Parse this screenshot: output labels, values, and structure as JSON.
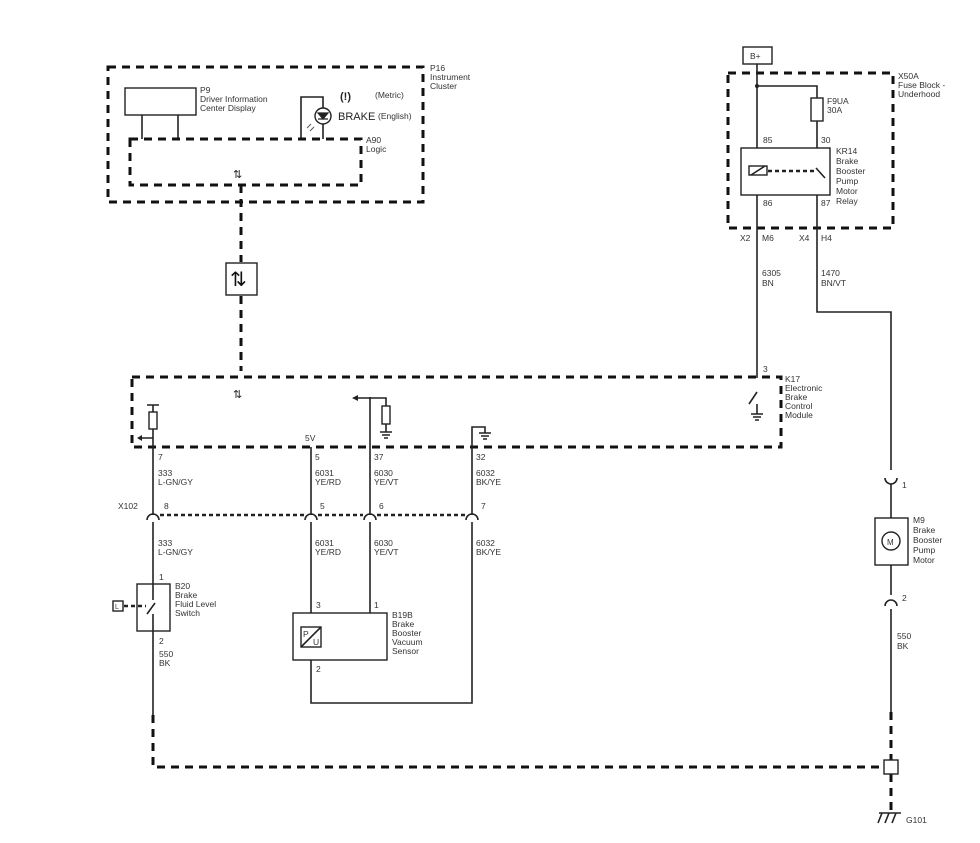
{
  "components": {
    "p16": {
      "id": "P16",
      "name1": "Instrument",
      "name2": "Cluster"
    },
    "p9": {
      "id": "P9",
      "name1": "Driver Information",
      "name2": "Center Display"
    },
    "a90": {
      "id": "A90",
      "name1": "Logic"
    },
    "lamp": {
      "metric_symbol": "(!)",
      "metric": "(Metric)",
      "english_symbol": "BRAKE",
      "english": "(English)"
    },
    "battery": {
      "label": "B+"
    },
    "x50a": {
      "id": "X50A",
      "name1": "Fuse Block -",
      "name2": "Underhood"
    },
    "fuse": {
      "id": "F9UA",
      "rating": "30A"
    },
    "kr14": {
      "id": "KR14",
      "lines": [
        "Brake",
        "Booster",
        "Pump",
        "Motor",
        "Relay"
      ],
      "pin85": "85",
      "pin86": "86",
      "pin30": "30",
      "pin87": "87"
    },
    "k17": {
      "id": "K17",
      "lines": [
        "Electronic",
        "Brake",
        "Control",
        "Module"
      ]
    },
    "b20": {
      "id": "B20",
      "lines": [
        "Brake",
        "Fluid Level",
        "Switch"
      ],
      "pin1": "1",
      "pin2": "2",
      "level_symbol": "L"
    },
    "b19b": {
      "id": "B19B",
      "lines": [
        "Brake",
        "Booster",
        "Vacuum",
        "Sensor"
      ],
      "pin1": "1",
      "pin2": "2",
      "pin3": "3",
      "sym_p": "P",
      "sym_u": "U"
    },
    "m9": {
      "id": "M9",
      "lines": [
        "Brake",
        "Booster",
        "Pump",
        "Motor"
      ],
      "pin1": "1",
      "pin2": "2",
      "symbol": "M"
    },
    "g101": {
      "id": "G101"
    },
    "x102": {
      "id": "X102"
    }
  },
  "connectors": {
    "x2": "X2",
    "m6": "M6",
    "x4": "X4",
    "h4": "H4",
    "k17_pin3": "3",
    "k17_5v": "5V",
    "k17_pins": [
      "7",
      "5",
      "37",
      "32"
    ],
    "x102_pins": [
      "8",
      "5",
      "6",
      "7"
    ]
  },
  "wires": [
    {
      "circuit": "6305",
      "color": "BN"
    },
    {
      "circuit": "1470",
      "color": "BN/VT"
    },
    {
      "circuit": "333",
      "color": "L-GN/GY"
    },
    {
      "circuit": "6031",
      "color": "YE/RD"
    },
    {
      "circuit": "6030",
      "color": "YE/VT"
    },
    {
      "circuit": "6032",
      "color": "BK/YE"
    },
    {
      "circuit": "550",
      "color": "BK"
    }
  ]
}
